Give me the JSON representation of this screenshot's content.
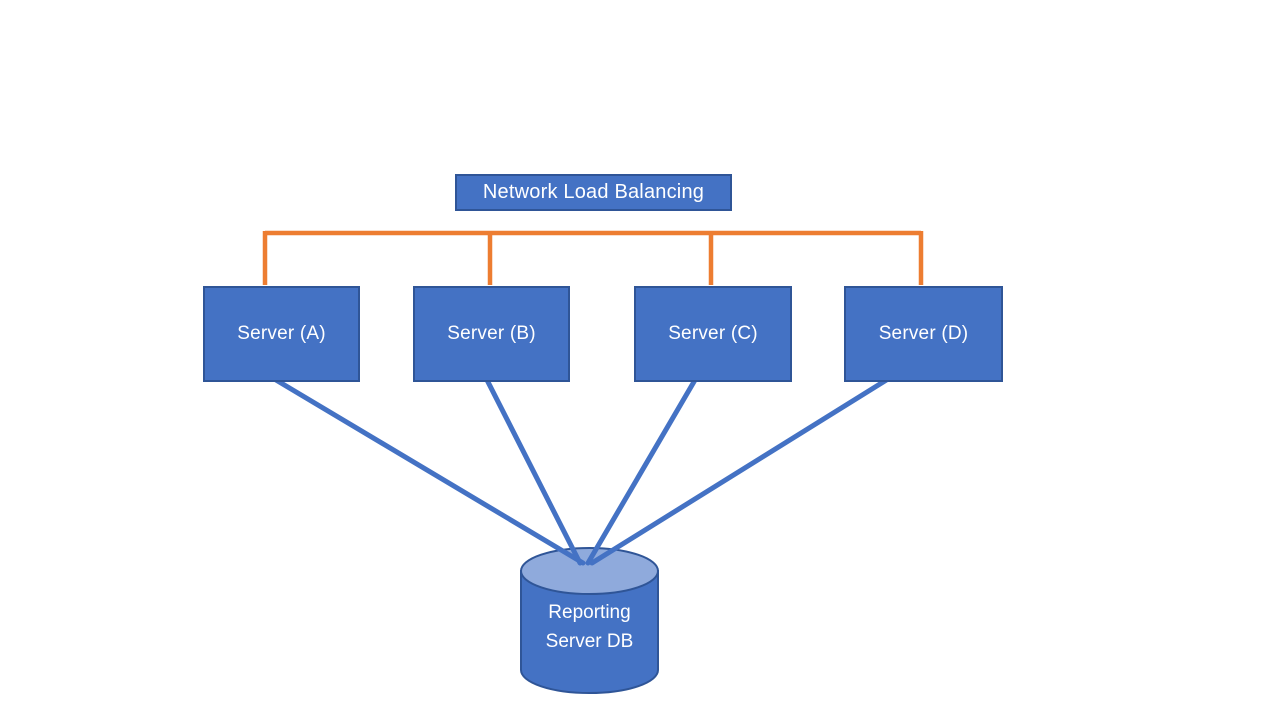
{
  "diagram": {
    "title_node": {
      "label": "Network Load Balancing"
    },
    "servers": [
      {
        "label": "Server (A)"
      },
      {
        "label": "Server (B)"
      },
      {
        "label": "Server (C)"
      },
      {
        "label": "Server (D)"
      }
    ],
    "database": {
      "label_line1": "Reporting",
      "label_line2": "Server DB"
    },
    "colors": {
      "node_fill": "#4472C4",
      "node_border": "#2F5597",
      "connector_orange": "#ED7D31",
      "connector_blue": "#4472C4",
      "cylinder_top_fill": "#8FAADC",
      "text": "#FFFFFF",
      "background": "#FFFFFF"
    }
  }
}
